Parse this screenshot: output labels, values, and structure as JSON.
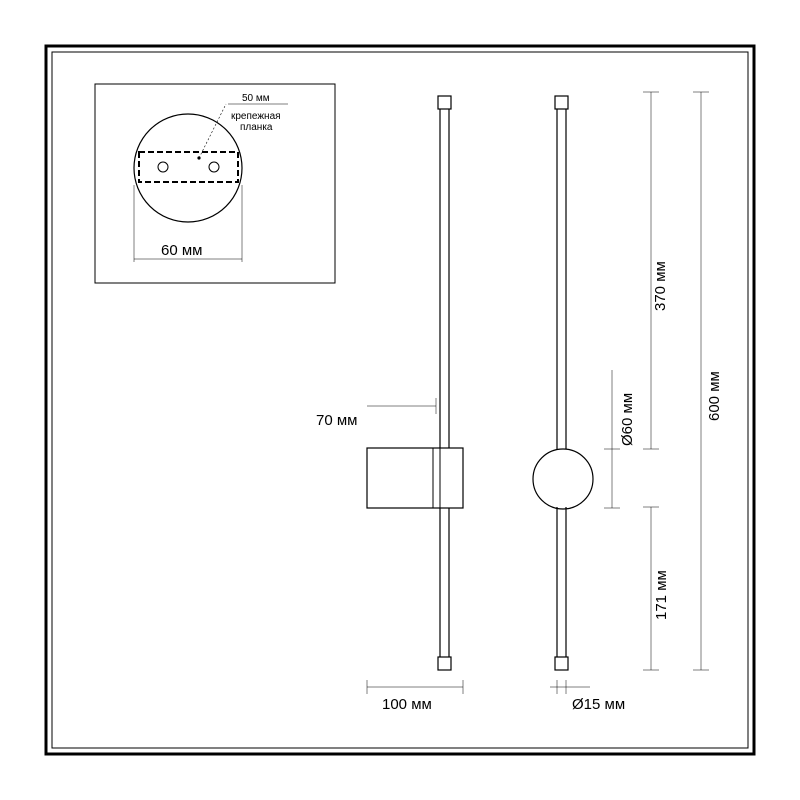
{
  "inset": {
    "plate_width_label": "50 мм",
    "plate_name_line1": "крепежная",
    "plate_name_line2": "планка",
    "base_diameter_label": "60 мм"
  },
  "side_view": {
    "depth_label": "70 мм",
    "width_label": "100 мм"
  },
  "front_view": {
    "upper_length_label": "370 мм",
    "base_diameter_label": "Ø60 мм",
    "lower_length_label": "171 мм",
    "total_height_label": "600 мм",
    "rod_diameter_label": "Ø15 мм"
  }
}
